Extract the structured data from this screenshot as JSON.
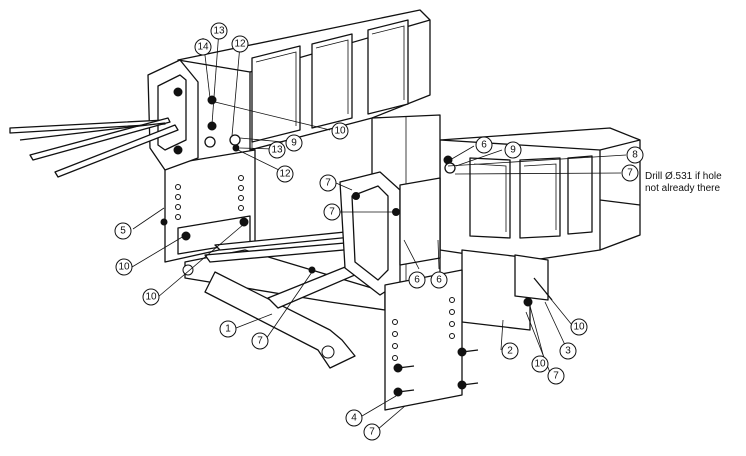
{
  "diagram": {
    "callouts": [
      {
        "id": "c1",
        "label": "1"
      },
      {
        "id": "c2",
        "label": "2"
      },
      {
        "id": "c3",
        "label": "3"
      },
      {
        "id": "c4",
        "label": "4"
      },
      {
        "id": "c5",
        "label": "5"
      },
      {
        "id": "c6a",
        "label": "6"
      },
      {
        "id": "c6b",
        "label": "6"
      },
      {
        "id": "c6c",
        "label": "6"
      },
      {
        "id": "c7a",
        "label": "7"
      },
      {
        "id": "c7b",
        "label": "7"
      },
      {
        "id": "c7c",
        "label": "7"
      },
      {
        "id": "c7d",
        "label": "7"
      },
      {
        "id": "c7e",
        "label": "7"
      },
      {
        "id": "c7f",
        "label": "7"
      },
      {
        "id": "c8",
        "label": "8"
      },
      {
        "id": "c9a",
        "label": "9"
      },
      {
        "id": "c9b",
        "label": "9"
      },
      {
        "id": "c10a",
        "label": "10"
      },
      {
        "id": "c10b",
        "label": "10"
      },
      {
        "id": "c10c",
        "label": "10"
      },
      {
        "id": "c10d",
        "label": "10"
      },
      {
        "id": "c10e",
        "label": "10"
      },
      {
        "id": "c12a",
        "label": "12"
      },
      {
        "id": "c12b",
        "label": "12"
      },
      {
        "id": "c13a",
        "label": "13"
      },
      {
        "id": "c13b",
        "label": "13"
      },
      {
        "id": "c14",
        "label": "14"
      }
    ],
    "note": {
      "line1": "Drill Ø.531 if hole",
      "line2": "not already there"
    }
  }
}
